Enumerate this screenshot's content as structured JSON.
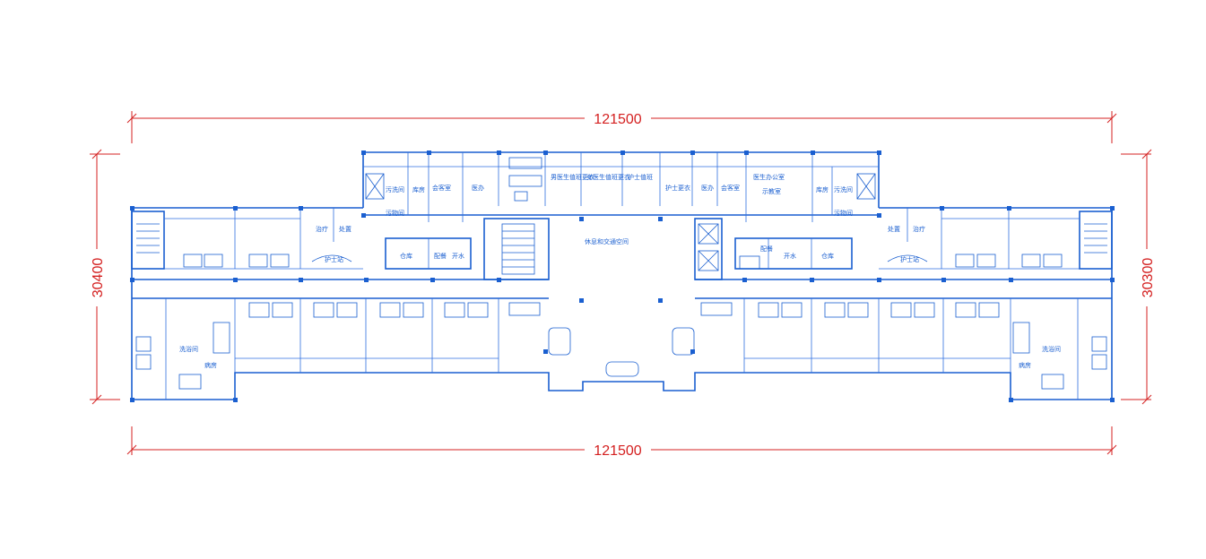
{
  "dimensions": {
    "top_width": "121500",
    "bottom_width": "121500",
    "left_height": "30400",
    "right_height": "30300"
  },
  "rooms": {
    "hall": "休息和交通空间",
    "nurse_station_left": "护士站",
    "nurse_station_right": "护士站",
    "treatment_left": "治疗",
    "disposal_left": "处置",
    "treatment_right": "治疗",
    "disposal_right": "处置",
    "meeting_left": "会客室",
    "meeting_right": "会客室",
    "duty_left": "医办",
    "duty_right": "医办",
    "male_staff": "男医生值班更衣",
    "female_staff": "女医生值班更衣",
    "nurse_change": "护士值班",
    "nurse_change2": "护士更衣",
    "doctor_office": "医生办公室",
    "doctor_office2": "示教室",
    "storage_left": "库房",
    "storage_right": "库房",
    "dirty_left": "污洗间",
    "dirty_left2": "污物间",
    "dirty_right": "污洗间",
    "dirty_right2": "污物间",
    "store_mid_left": "仓库",
    "store_mid_right": "仓库",
    "pantry_left": "配餐",
    "water_left": "开水",
    "pantry_right": "配餐",
    "water_right": "开水",
    "bath_left": "洗浴间",
    "bath_right": "洗浴间",
    "patient_left": "病房",
    "patient_right": "病房"
  }
}
